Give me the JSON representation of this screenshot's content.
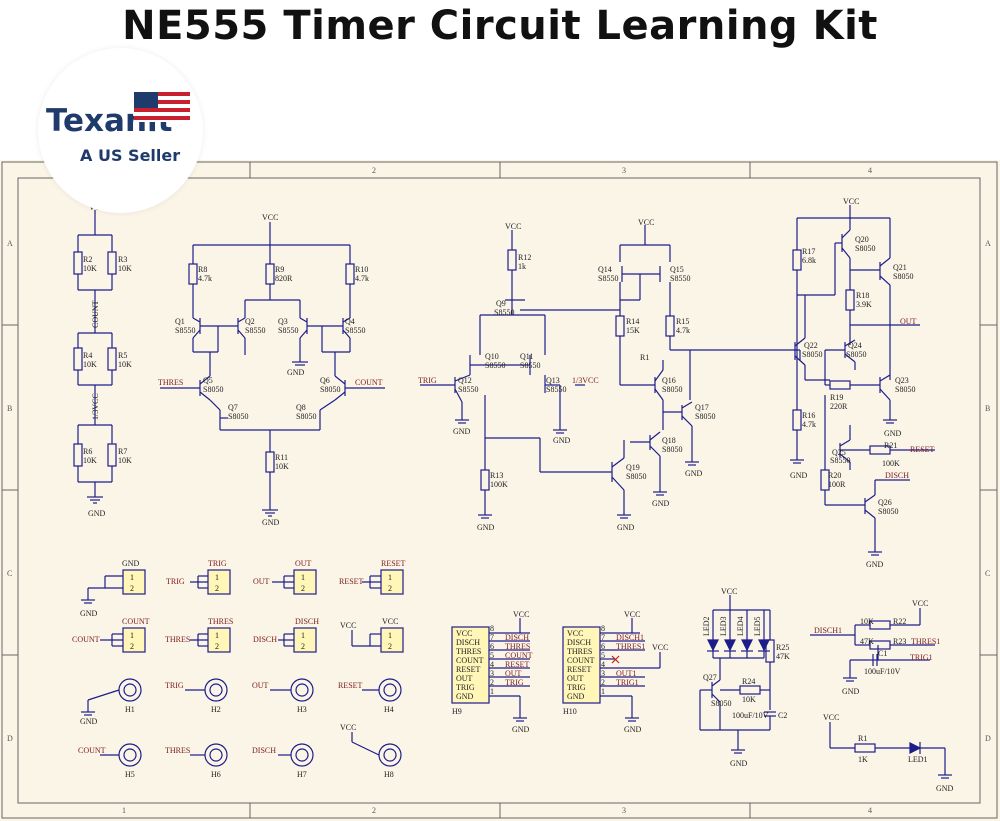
{
  "title": "NE555 Timer Circuit Learning Kit",
  "brand": {
    "name": "Texanit",
    "tagline": "A US Seller"
  },
  "frame": {
    "cols": [
      "1",
      "2",
      "3",
      "4"
    ],
    "rows": [
      "A",
      "B",
      "C",
      "D"
    ]
  },
  "nets": {
    "vcc": "VCC",
    "gnd": "GND",
    "count": "COUNT",
    "thres": "THRES",
    "trig": "TRIG",
    "out": "OUT",
    "reset": "RESET",
    "disch": "DISCH",
    "third_vcc": "1/3VCC",
    "disch1": "DISCH1",
    "thres1": "THRES1",
    "trig1": "TRIG1",
    "out1": "OUT1"
  },
  "resistors": {
    "r2": "R2",
    "r2v": "10K",
    "r3": "R3",
    "r3v": "10K",
    "r4": "R4",
    "r4v": "10K",
    "r5": "R5",
    "r5v": "10K",
    "r6": "R6",
    "r6v": "10K",
    "r7": "R7",
    "r7v": "10K",
    "r8": "R8",
    "r8v": "4.7k",
    "r9": "R9",
    "r9v": "820R",
    "r10": "R10",
    "r10v": "4.7k",
    "r11": "R11",
    "r11v": "10K",
    "r12": "R12",
    "r12v": "1k",
    "r13": "R13",
    "r13v": "100K",
    "r14": "R14",
    "r14v": "15K",
    "r15": "R15",
    "r15v": "4.7k",
    "r16": "R16",
    "r16v": "4.7k",
    "r17": "R17",
    "r17v": "6.8k",
    "r18": "R18",
    "r18v": "3.9K",
    "r19": "R19",
    "r19v": "220R",
    "r20": "R20",
    "r20v": "100R",
    "r21": "R21",
    "r21v": "100K",
    "r22": "R22",
    "r22v": "10K",
    "r23": "R23",
    "r23v": "47K",
    "r24": "R24",
    "r24v": "10K",
    "r25": "R25",
    "r25v": "47K",
    "r1": "R1",
    "r1v": "1K"
  },
  "transistors": {
    "q1": "Q1",
    "q1t": "S8550",
    "q2": "Q2",
    "q2t": "S8550",
    "q3": "Q3",
    "q3t": "S8550",
    "q4": "Q4",
    "q4t": "S8550",
    "q5": "Q5",
    "q5t": "S8050",
    "q6": "Q6",
    "q6t": "S8050",
    "q7": "Q7",
    "q7t": "S8050",
    "q8": "Q8",
    "q8t": "S8050",
    "q9": "Q9",
    "q9t": "S8550",
    "q10": "Q10",
    "q10t": "S8550",
    "q11": "Q11",
    "q11t": "S8550",
    "q12": "Q12",
    "q12t": "S8550",
    "q13": "Q13",
    "q13t": "S8550",
    "q14": "Q14",
    "q14t": "S8550",
    "q15": "Q15",
    "q15t": "S8550",
    "q16": "Q16",
    "q16t": "S8050",
    "q17": "Q17",
    "q17t": "S8050",
    "q18": "Q18",
    "q18t": "S8050",
    "q19": "Q19",
    "q19t": "S8050",
    "q20": "Q20",
    "q20t": "S8050",
    "q21": "Q21",
    "q21t": "S8050",
    "q22": "Q22",
    "q22t": "S8050",
    "q23": "Q23",
    "q23t": "S8050",
    "q24": "Q24",
    "q24t": "S8050",
    "q25": "Q25",
    "q25t": "S8550",
    "q26": "Q26",
    "q26t": "S8050",
    "q27": "Q27",
    "q27t": "S8050"
  },
  "misc": {
    "r_mark": "R",
    "r1_mark": "R1",
    "c1": "C1",
    "c1v": "100uF/10V",
    "c2": "C2",
    "c2v": "100uF/10V",
    "led1": "LED1",
    "led2": "LED2",
    "led3": "LED3",
    "led4": "LED4",
    "led5": "LED5",
    "h1": "H1",
    "h2": "H2",
    "h3": "H3",
    "h4": "H4",
    "h5": "H5",
    "h6": "H6",
    "h7": "H7",
    "h8": "H8",
    "h9": "H9",
    "h10": "H10",
    "pin1": "1",
    "pin2": "2"
  },
  "ic_pins": {
    "left": [
      "VCC",
      "DISCH",
      "THRES",
      "COUNT",
      "RESET",
      "OUT",
      "TRIG",
      "GND"
    ],
    "num_top": "8",
    "nums": [
      "7",
      "6",
      "5",
      "4",
      "3",
      "2",
      "1"
    ],
    "h9_right": [
      "DISCH",
      "THRES",
      "COUNT",
      "RESET",
      "OUT",
      "TRIG"
    ],
    "h10_right": [
      "DISCH1",
      "THRES1",
      "",
      "",
      "OUT1",
      "TRIG1"
    ]
  }
}
